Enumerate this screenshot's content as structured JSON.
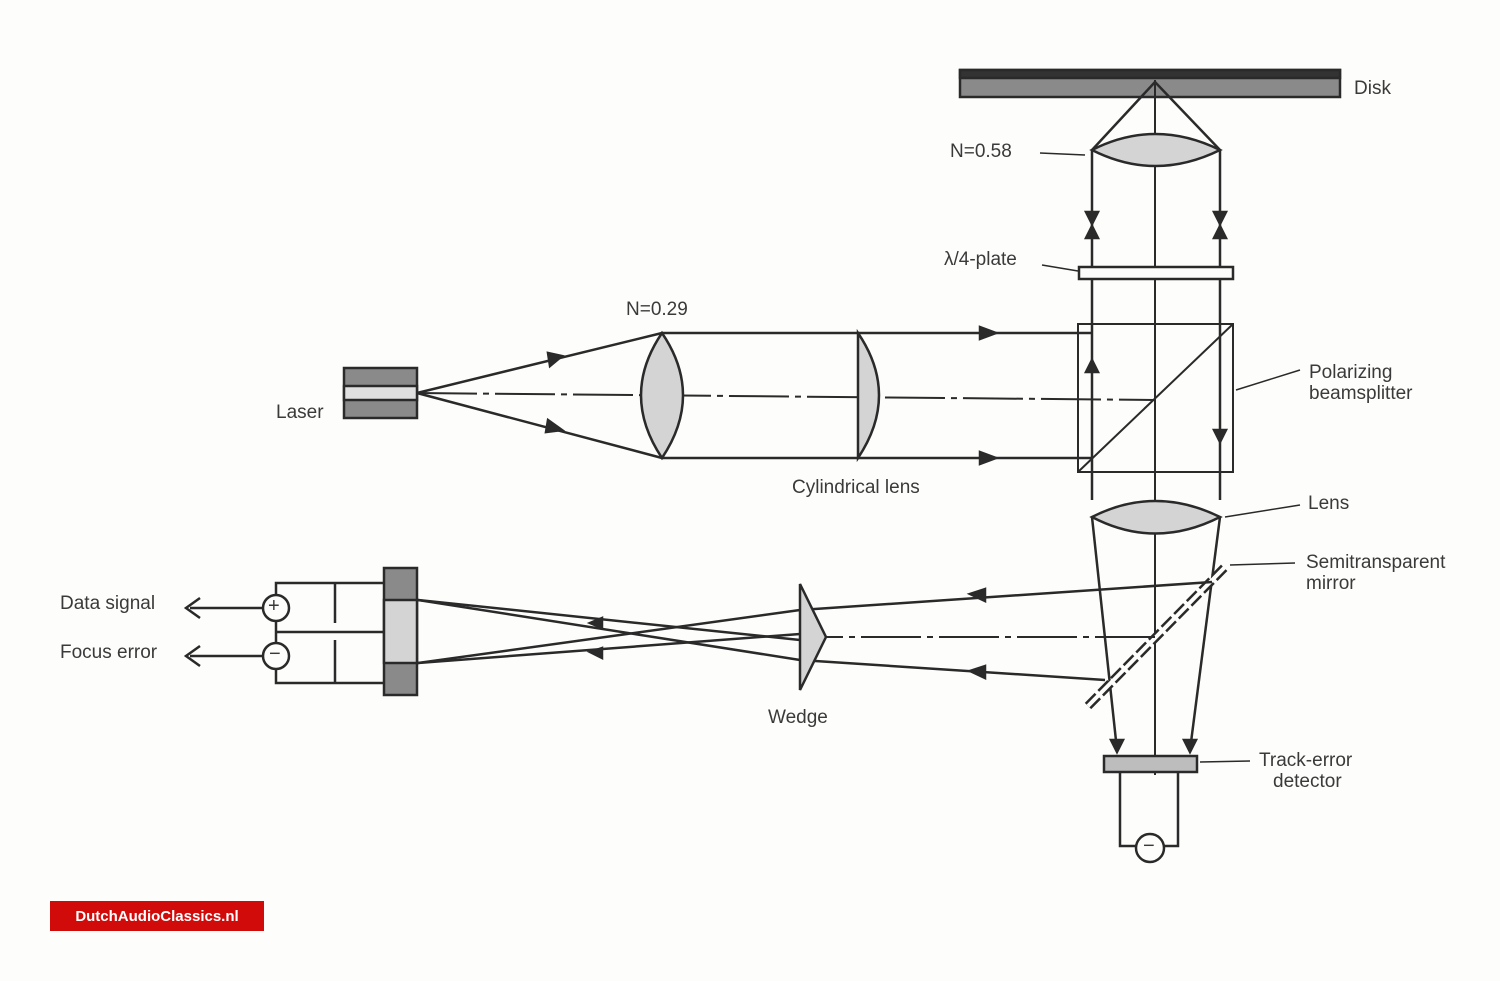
{
  "labels": {
    "disk": "Disk",
    "objective_na": "N=0.58",
    "quarter_wave_plate": "λ/4-plate",
    "collimator_na": "N=0.29",
    "laser": "Laser",
    "cylindrical_lens": "Cylindrical lens",
    "beamsplitter_1": "Polarizing",
    "beamsplitter_2": "beamsplitter",
    "lens": "Lens",
    "mirror_1": "Semitransparent",
    "mirror_2": "mirror",
    "data_signal": "Data signal",
    "focus_error": "Focus error",
    "wedge": "Wedge",
    "track_1": "Track-error",
    "track_2": "detector"
  },
  "symbols": {
    "plus": "+",
    "minus": "−"
  },
  "watermark": "DutchAudioClassics.nl",
  "colors": {
    "line": "#2a2a2a",
    "lens_fill": "#d4d4d4",
    "disk_fill": "#8a8a8a",
    "badge": "#d10a0a"
  }
}
